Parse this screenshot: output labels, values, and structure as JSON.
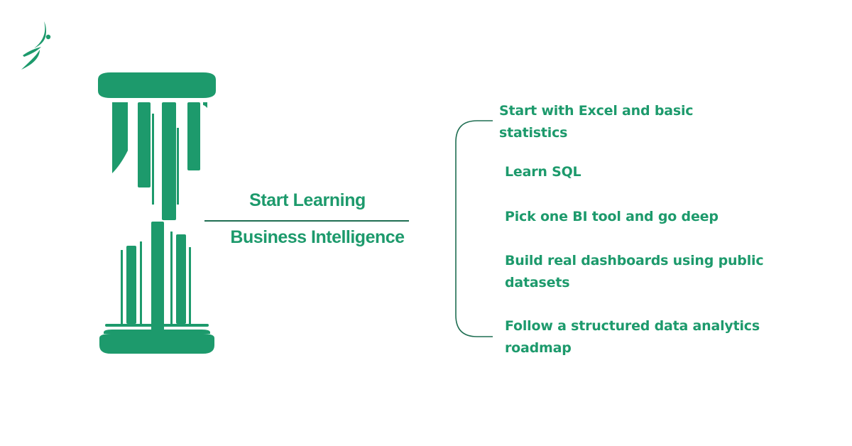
{
  "colors": {
    "brand_green": "#1d9a6c",
    "line_green": "#1f6e52",
    "background": "#ffffff"
  },
  "icons": {
    "logo": "leaping-figure-logo-icon",
    "pillar": "greek-pillar-icon"
  },
  "center": {
    "title_top": "Start Learning",
    "title_bottom": "Business Intelligence"
  },
  "steps": [
    {
      "text": "Start with Excel and basic statistics"
    },
    {
      "text": "Learn SQL"
    },
    {
      "text": "Pick one BI tool and go deep"
    },
    {
      "text": "Build real dashboards using public datasets"
    },
    {
      "text": "Follow a structured data analytics roadmap"
    }
  ]
}
